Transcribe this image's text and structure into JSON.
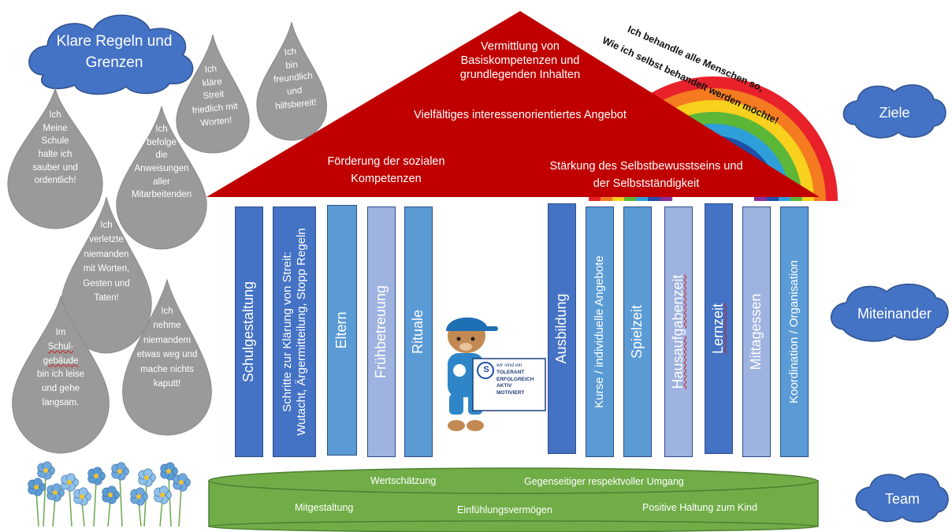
{
  "roof": {
    "line1": "Vermittlung von",
    "line2": "Basiskompetenzen und",
    "line3": "grundlegenden Inhalten",
    "angebot": "Vielfältiges interessenorientiertes Angebot",
    "sozial1": "Förderung der sozialen",
    "sozial2": "Kompetenzen",
    "selbst1": "Stärkung des Selbstbewusstseins und",
    "selbst2": "der Selbstständigkeit"
  },
  "rainbow": {
    "line1": "Ich behandle alle Menschen so,",
    "line2": "Wie ich selbst behandelt werden möchte!",
    "colors": [
      "#e8212b",
      "#f47b20",
      "#f7d11d",
      "#5cb638",
      "#2e9fd8",
      "#1f4fa8",
      "#8a2ea0"
    ]
  },
  "clouds": {
    "rules": {
      "line1": "Klare Regeln und",
      "line2": "Grenzen"
    },
    "ziele": "Ziele",
    "miteinander": "Miteinander",
    "team": "Team"
  },
  "drops": [
    {
      "lines": [
        "Ich",
        "Meine",
        "Schule",
        "halte ich",
        "sauber und",
        "ordentlich!"
      ]
    },
    {
      "lines": [
        "Ich",
        "kläre",
        "Streit",
        "friedlich mit",
        "Worten!"
      ]
    },
    {
      "lines": [
        "Ich",
        "bin",
        "freundlich",
        "und",
        "hilfsbereit!"
      ]
    },
    {
      "lines": [
        "Ich",
        "befolge",
        "die",
        "Anweisungen",
        "aller",
        "Mitarbeitenden"
      ]
    },
    {
      "lines": [
        "Ich",
        "verletzte",
        "niemanden",
        "mit Worten,",
        "Gesten und",
        "Taten!"
      ]
    },
    {
      "lines": [
        "Im",
        "Schul-",
        "gebäude",
        "bin ich leise",
        "und gehe",
        "langsam."
      ]
    },
    {
      "lines": [
        "Ich",
        "nehme",
        "niemandem",
        "etwas weg und",
        "mache nichts",
        "kaputt!"
      ]
    }
  ],
  "columns_left": [
    {
      "label": "Schulgestaltung",
      "color": "#4472c4"
    },
    {
      "label1": "Schritte zur Klärung von Streit:",
      "label2": "Wutacht, Ärgermitteilung, Stopp Regeln",
      "color": "#4472c4"
    },
    {
      "label": "Eltern",
      "color": "#5b9bd5"
    },
    {
      "label": "Frühbetreuung",
      "color": "#9fb3e0"
    },
    {
      "label": "Rituale",
      "color": "#5b9bd5"
    }
  ],
  "columns_right": [
    {
      "label": "Ausbildung",
      "color": "#4472c4"
    },
    {
      "label": "Kurse / individuelle Angebote",
      "color": "#5b9bd5"
    },
    {
      "label": "Spielzeit",
      "color": "#5b9bd5"
    },
    {
      "label": "Hausaufgabenzeit",
      "color": "#9fb3e0"
    },
    {
      "label": "Lernzeit",
      "color": "#4472c4"
    },
    {
      "label": "Mittagessen",
      "color": "#9fb3e0"
    },
    {
      "label": "Koordination / Organisation",
      "color": "#5b9bd5"
    }
  ],
  "mascot": {
    "sign_top": "wir sind ein",
    "t": "TOLERANT",
    "e": "ERFOLGREICH",
    "a": "AKTIV",
    "m": "MOTIVIERT",
    "logo": "S"
  },
  "base": {
    "wert": "Wertschätzung",
    "respekt": "Gegenseitiger respektvoller Umgang",
    "mitgestaltung": "Mitgestaltung",
    "einfuehlung": "Einfühlungsvermögen",
    "haltung": "Positive Haltung zum Kind"
  },
  "colors": {
    "roof": "#c00000",
    "drop": "#9a9a9a",
    "cloud": "#4472c4",
    "base": "#70ad47"
  }
}
